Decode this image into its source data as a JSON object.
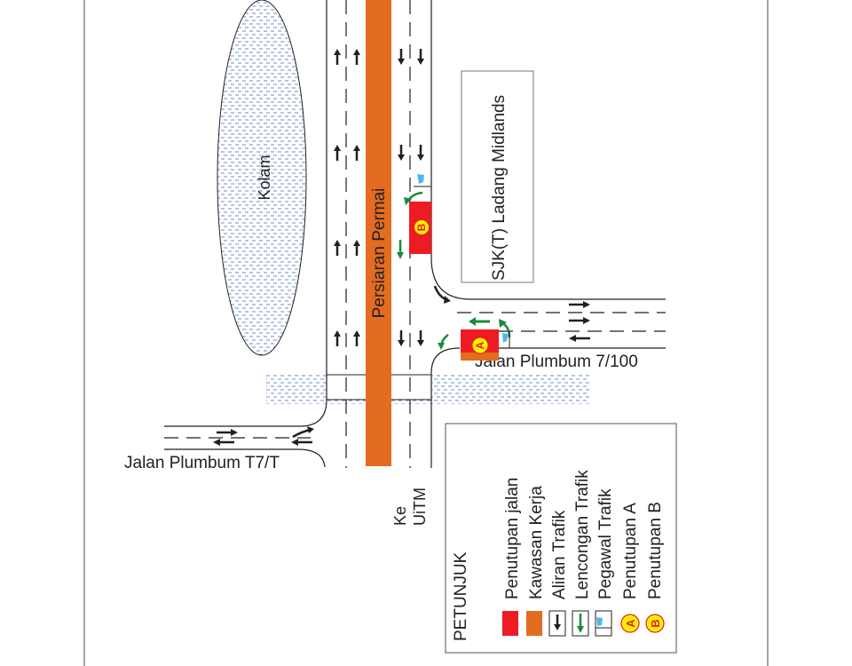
{
  "map": {
    "pond_label": "Kolam",
    "main_road_label": "Persiaran Permai",
    "school_label": "SJK(T) Ladang Midlands",
    "right_road_label": "Jalan Plumbum 7/100",
    "left_road_label": "Jalan Plumbum T7/T",
    "direction_label_1": "Ke",
    "direction_label_2": "UiTM",
    "closure_a_marker": "A",
    "closure_b_marker": "B"
  },
  "legend": {
    "title": "PETUNJUK",
    "items": [
      {
        "label": "Penutupan jalan",
        "icon": "red-square",
        "color": "#ed1c24"
      },
      {
        "label": "Kawasan Kerja",
        "icon": "orange-square",
        "color": "#e36c21"
      },
      {
        "label": "Aliran Trafik",
        "icon": "black-arrow",
        "color": "#231f20"
      },
      {
        "label": "Lencongan Trafik",
        "icon": "green-arrow",
        "color": "#1a8a3c"
      },
      {
        "label": "Pegawal Trafik",
        "icon": "traffic-officer-flag",
        "color": "#4fb8e6"
      },
      {
        "label": "Penutupan A",
        "icon": "circle-a",
        "marker": "A"
      },
      {
        "label": "Penutupan B",
        "icon": "circle-b",
        "marker": "B"
      }
    ]
  }
}
